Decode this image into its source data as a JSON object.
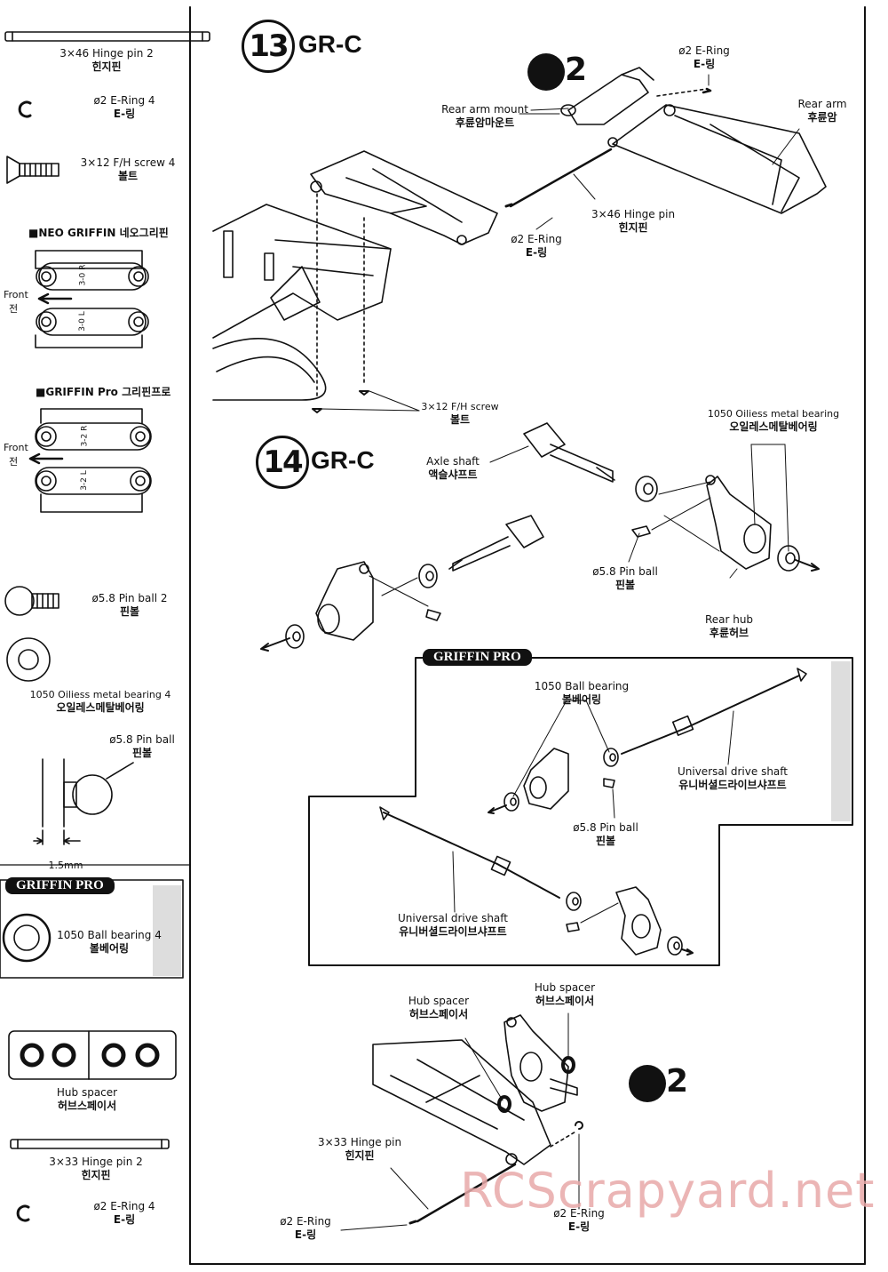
{
  "sidebar": {
    "hinge_pin_46": {
      "en": "3×46 Hinge pin  2",
      "ko": "힌지핀"
    },
    "ering_1": {
      "en": "ø2 E-Ring  4",
      "ko": "E-링"
    },
    "fh_screw": {
      "en": "3×12 F/H screw  4",
      "ko": "볼트"
    },
    "neo_griffin": "■NEO GRIFFIN 네오그리핀",
    "griffin_pro_title": "■GRIFFIN Pro 그리핀프로",
    "front_1": {
      "en": "Front",
      "ko": "전"
    },
    "front_2": {
      "en": "Front",
      "ko": "전"
    },
    "neo_r": "3-0 R",
    "neo_l": "3-0 L",
    "pro_r": "3-2 R",
    "pro_l": "3-2 L",
    "pin_ball": {
      "en": "ø5.8 Pin ball  2",
      "ko": "핀볼"
    },
    "metal_bearing": {
      "en": "1050 Oiliess metal bearing  4",
      "ko": "오일레스메탈베어링"
    },
    "pin_ball_detail": {
      "en": "ø5.8 Pin ball",
      "ko": "핀볼"
    },
    "dim": "1.5mm",
    "griffin_pro_badge": "GRIFFIN PRO",
    "ball_bearing": {
      "en": "1050 Ball bearing  4",
      "ko": "볼베어링"
    },
    "hub_spacer": {
      "en": "Hub spacer",
      "ko": "허브스페이서"
    },
    "hinge_pin_33": {
      "en": "3×33 Hinge pin  2",
      "ko": "힌지핀"
    },
    "ering_2": {
      "en": "ø2 E-Ring  4",
      "ko": "E-링"
    }
  },
  "step13": {
    "number": "13",
    "code": "GR-C",
    "ref": "2",
    "labels": {
      "ering_top": {
        "en": "ø2 E-Ring",
        "ko": "E-링"
      },
      "rear_arm_mount": {
        "en": "Rear arm mount",
        "ko": "후륜암마운트"
      },
      "rear_arm": {
        "en": "Rear arm",
        "ko": "후륜암"
      },
      "hinge_pin": {
        "en": "3×46 Hinge pin",
        "ko": "힌지핀"
      },
      "ering_bottom": {
        "en": "ø2 E-Ring",
        "ko": "E-링"
      },
      "fh_screw": {
        "en": "3×12 F/H screw",
        "ko": "볼트"
      }
    }
  },
  "step14": {
    "number": "14",
    "code": "GR-C",
    "labels": {
      "metal_bearing": {
        "en": "1050 Oiliess metal bearing",
        "ko": "오일레스메탈베어링"
      },
      "axle_shaft": {
        "en": "Axle shaft",
        "ko": "액슬샤프트"
      },
      "pin_ball": {
        "en": "ø5.8 Pin ball",
        "ko": "핀볼"
      },
      "rear_hub": {
        "en": "Rear hub",
        "ko": "후륜허브"
      }
    }
  },
  "griffin_pro_box": {
    "badge": "GRIFFIN PRO",
    "labels": {
      "ball_bearing": {
        "en": "1050 Ball bearing",
        "ko": "볼베어링"
      },
      "uds_1": {
        "en": "Universal drive shaft",
        "ko": "유니버셜드라이브샤프트"
      },
      "pin_ball": {
        "en": "ø5.8 Pin ball",
        "ko": "핀볼"
      },
      "uds_2": {
        "en": "Universal drive shaft",
        "ko": "유니버셜드라이브샤프트"
      }
    }
  },
  "step15": {
    "ref": "2",
    "labels": {
      "hub_spacer_1": {
        "en": "Hub spacer",
        "ko": "허브스페이서"
      },
      "hub_spacer_2": {
        "en": "Hub spacer",
        "ko": "허브스페이서"
      },
      "hinge_pin": {
        "en": "3×33 Hinge pin",
        "ko": "힌지핀"
      },
      "ering_left": {
        "en": "ø2 E-Ring",
        "ko": "E-링"
      },
      "ering_right": {
        "en": "ø2 E-Ring",
        "ko": "E-링"
      }
    }
  },
  "watermark": "RCScrapyard.net"
}
